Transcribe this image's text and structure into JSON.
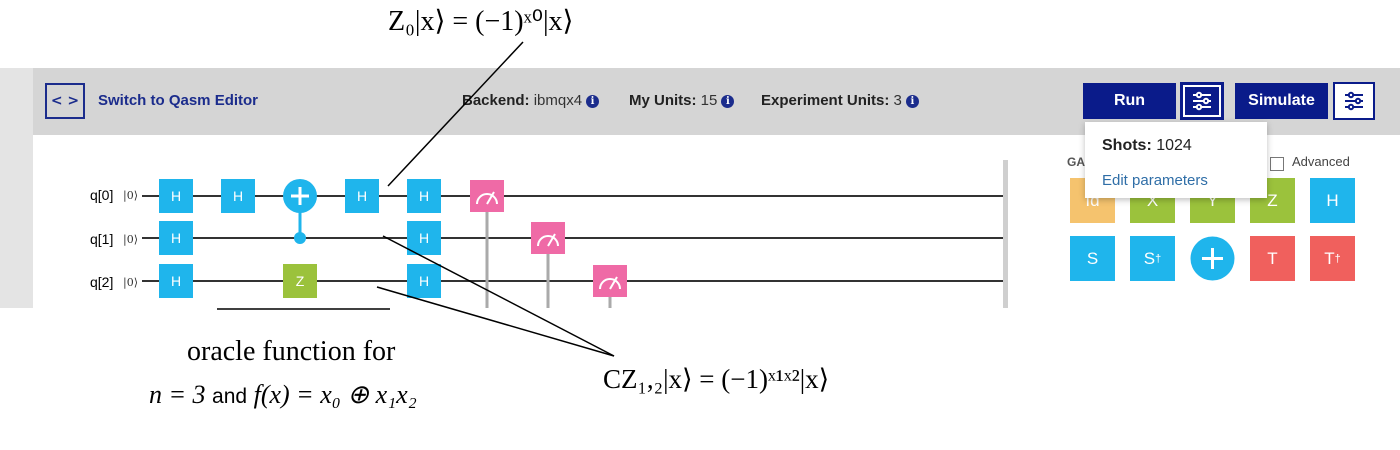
{
  "toolbar": {
    "switch_icon": "< >",
    "switch_label": "Switch to Qasm Editor",
    "backend_label": "Backend:",
    "backend_value": "ibmqx4",
    "units_label": "My Units:",
    "units_value": "15",
    "exp_label": "Experiment Units:",
    "exp_value": "3",
    "run_label": "Run",
    "simulate_label": "Simulate"
  },
  "popover": {
    "shots_label": "Shots:",
    "shots_value": "1024",
    "edit_label": "Edit parameters"
  },
  "palette": {
    "label": "GA",
    "advanced_label": "Advanced",
    "row1": [
      "Id",
      "X",
      "Y",
      "Z",
      "H"
    ],
    "row2_s": "S",
    "row2_sdg": "S",
    "row2_t": "T",
    "row2_tdg": "T",
    "dagger": "†"
  },
  "circuit": {
    "qubits": [
      "q[0]",
      "q[1]",
      "q[2]"
    ],
    "ket": "|0⟩",
    "h": "H",
    "z": "Z"
  },
  "annotations": {
    "z0_eq": "Z₀|x⟩ = (−1)ˣ⁰|x⟩",
    "oracle_line1": "oracle function for",
    "oracle_n": "n = 3",
    "oracle_and": "and",
    "oracle_f": "f(x) = x₀ ⊕ x₁x₂",
    "cz_eq": "CZ₁,₂|x⟩ = (−1)ˣ¹ˣ²|x⟩"
  },
  "colors": {
    "brand": "#0a1b8a",
    "h_gate": "#1fb5ec",
    "z_gate": "#9bc23c",
    "measure": "#ef6aa6",
    "t_gate": "#f0605d",
    "id_gate": "#f5c36e"
  }
}
